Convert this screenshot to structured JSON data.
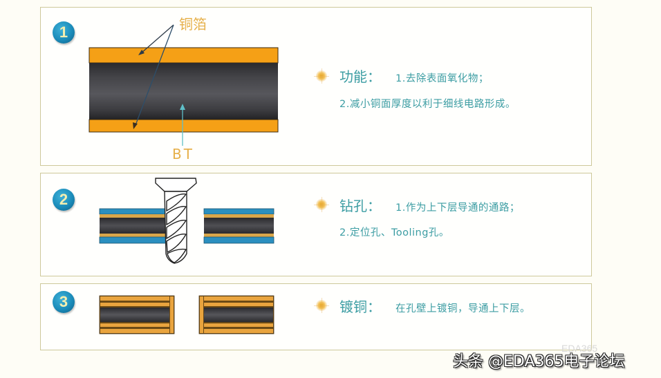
{
  "colors": {
    "copper": "#f5a016",
    "copper_plated": "#e9a43e",
    "core_dark": "#3b3b3f",
    "blue_layer": "#2b8fbf",
    "text_teal": "#3c9da3",
    "label_orange": "#e6b04a",
    "badge_blue": "#1b8cba",
    "panel_border": "#cdc89a"
  },
  "panels": [
    {
      "number": "1",
      "labels": {
        "copper_foil": "铜箔",
        "core": "BT"
      },
      "title": "功能：",
      "lines": [
        "1.去除表面氧化物；",
        "2.减小铜面厚度以利于细线电路形成。"
      ]
    },
    {
      "number": "2",
      "title": "钻孔：",
      "lines": [
        "1.作为上下层导通的通路；",
        "2.定位孔、Tooling孔。"
      ]
    },
    {
      "number": "3",
      "title": "镀铜：",
      "lines": [
        "在孔壁上镀铜，导通上下层。"
      ]
    }
  ],
  "watermark": {
    "main": "头条 @EDA365电子论坛",
    "faint": "EDA365"
  }
}
